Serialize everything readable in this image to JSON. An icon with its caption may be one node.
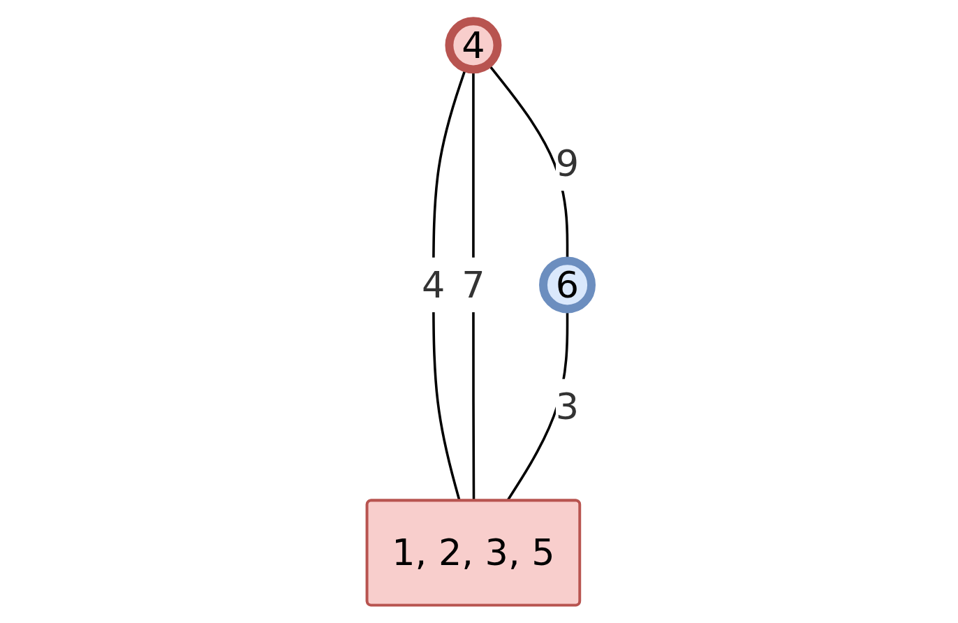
{
  "diagram": {
    "nodes": [
      {
        "text": [
          "4"
        ]
      },
      {
        "text": [
          "6"
        ]
      },
      {
        "text": [
          "1, 2, 3, 5"
        ]
      }
    ],
    "edges": [
      {
        "from": 0,
        "to": 2,
        "arrow": "none",
        "label": "4"
      },
      {
        "from": 0,
        "to": 2,
        "arrow": "none",
        "label": "7"
      },
      {
        "from": 0,
        "to": 1,
        "arrow": "none",
        "label": "9"
      },
      {
        "from": 1,
        "to": 2,
        "arrow": "none",
        "label": "3"
      }
    ]
  }
}
